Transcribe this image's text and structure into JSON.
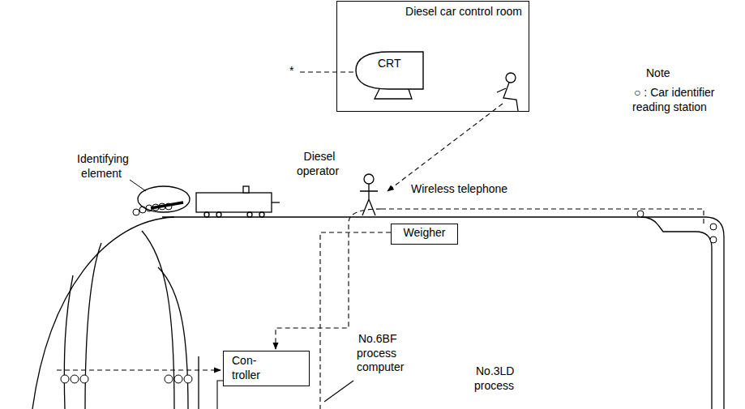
{
  "diagram": {
    "nodes": [
      {
        "text": [
          "Diesel car control room"
        ]
      },
      {
        "text": [
          "CRT"
        ],
        "in": 0
      },
      {
        "text": [
          "Weigher"
        ]
      },
      {
        "text": [
          "Con- troller"
        ]
      }
    ],
    "labels": [
      "*",
      "Note",
      "○ : Car identifier reading station",
      "Diesel operator",
      "Wireless telephone",
      "Identifying element",
      "No.6BF process computer",
      "No.3LD process"
    ]
  }
}
